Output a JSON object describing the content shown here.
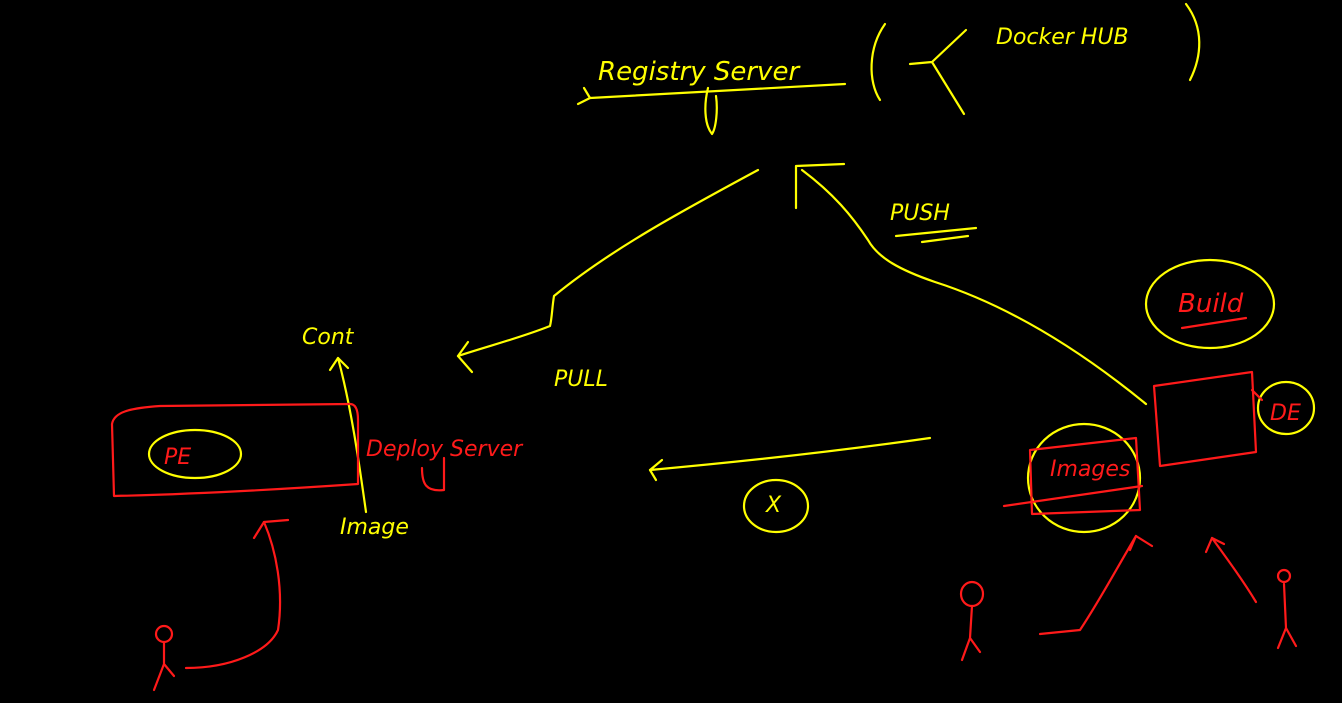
{
  "colors": {
    "background": "#000000",
    "yellow_ink": "#ffff00",
    "red_ink": "#ff1a1a"
  },
  "labels": {
    "registry_server": "Registry Server",
    "docker_hub": "Docker HUB",
    "push": "PUSH",
    "pull": "PULL",
    "build": "Build",
    "de": "DE",
    "images": "Images",
    "pe": "PE",
    "deploy_server": "Deploy Server",
    "image": "Image",
    "cont": "Cont",
    "x_mark": "X"
  }
}
